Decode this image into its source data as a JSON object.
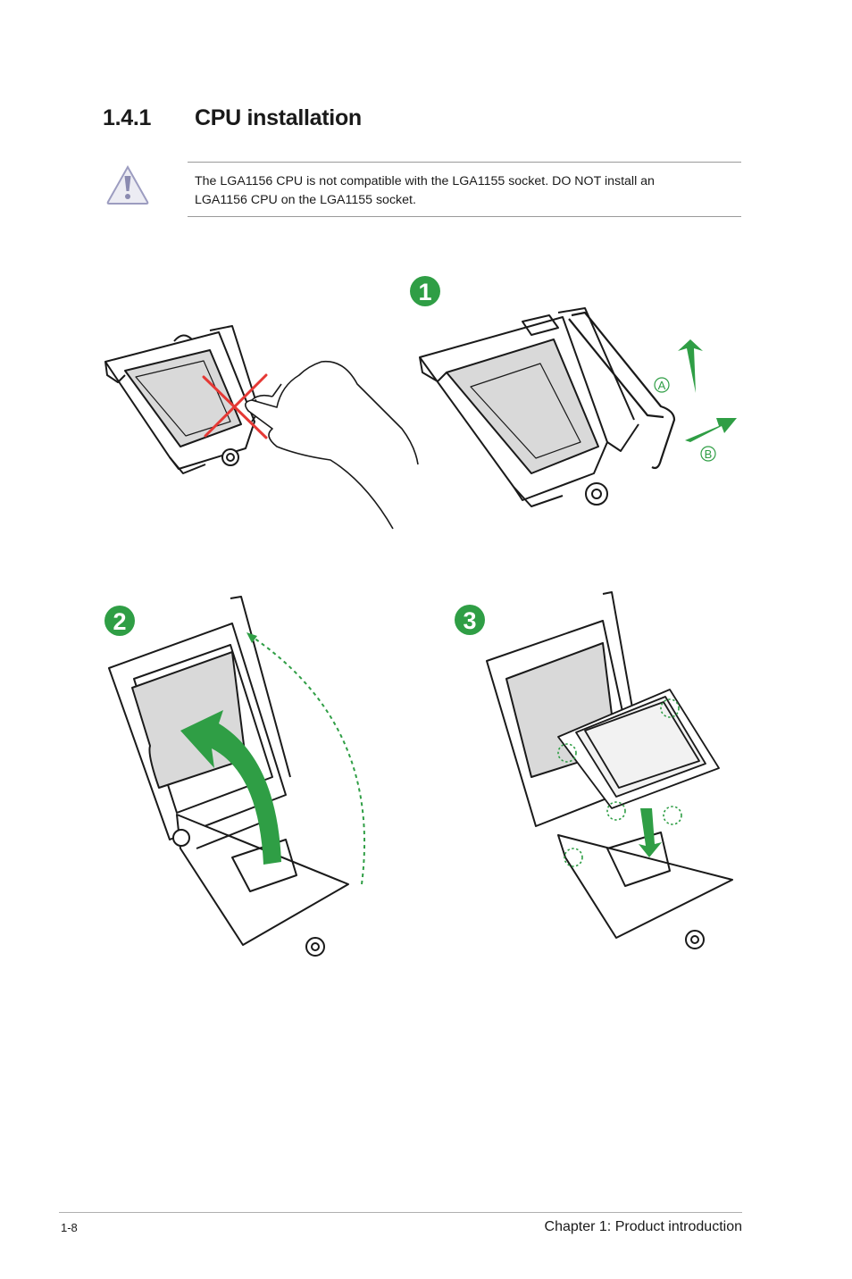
{
  "section": {
    "number": "1.4.1",
    "title": "CPU installation"
  },
  "caution": {
    "icon": "warning-triangle-icon",
    "line1": "The LGA1156 CPU is not compatible with the LGA1155 socket. DO NOT install an",
    "line2": "LGA1156 CPU on the LGA1155 socket."
  },
  "steps": {
    "step1": "1",
    "step2": "2",
    "step3": "3"
  },
  "callouts": {
    "a": "A",
    "b": "B"
  },
  "colors": {
    "accent_green": "#2f9e45",
    "line": "#1a1a1a",
    "socket_fill": "#d9d9d9",
    "cpu_fill": "#f2f2f2"
  },
  "footer": {
    "page_number": "1-8",
    "chapter": "Chapter 1: Product introduction"
  }
}
